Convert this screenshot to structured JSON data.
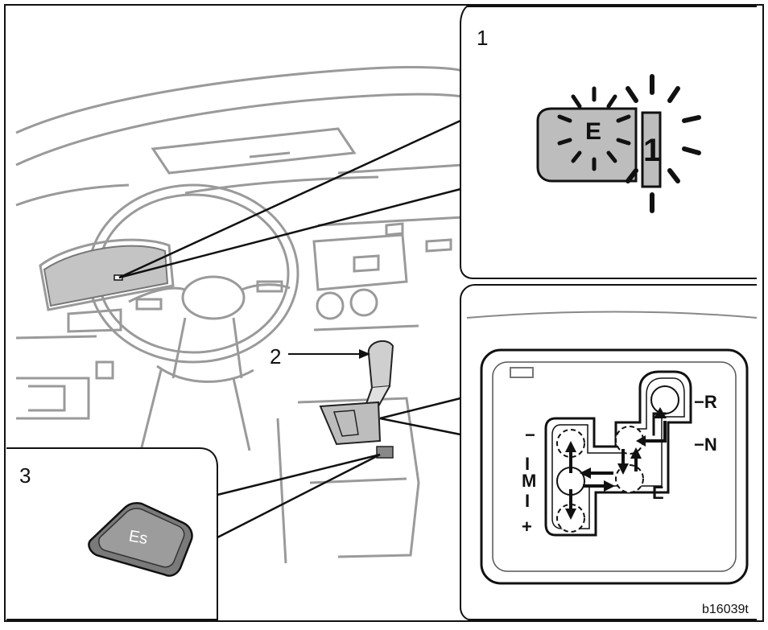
{
  "callouts": {
    "one": "1",
    "two": "2",
    "three": "3"
  },
  "display": {
    "mode_letter": "E",
    "gear_digit": "1"
  },
  "gate": {
    "minus": "−",
    "m": "M",
    "plus": "+",
    "r": "−R",
    "n": "−N",
    "e": "E"
  },
  "button": {
    "label": "Es"
  },
  "figure_code": "b16039t",
  "colors": {
    "gauge_fill": "#bdbdbd",
    "line": "#111111",
    "sketch": "#9a9a9a"
  }
}
